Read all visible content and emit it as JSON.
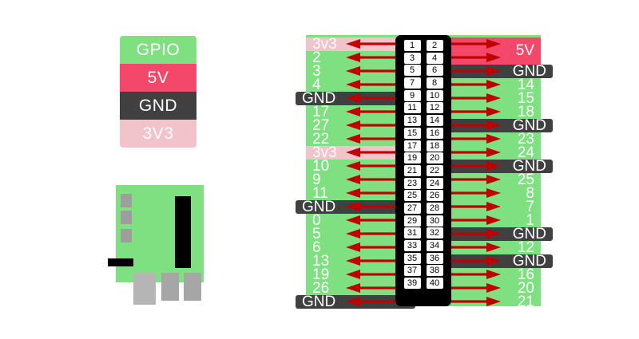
{
  "legend": {
    "items": [
      {
        "label": "GPIO",
        "color": "#7ee081"
      },
      {
        "label": "5V",
        "color": "#f4486b"
      },
      {
        "label": "GND",
        "color": "#404040"
      },
      {
        "label": "3V3",
        "color": "#f2c3cb"
      }
    ]
  },
  "board": {
    "pcb_color": "#7ee081",
    "header_color": "#000000",
    "connector_color": "#b5b5b5"
  },
  "pinout": {
    "rows": 20,
    "arrow_color": "#c00000",
    "header_color": "#000000",
    "left_column": [
      {
        "label": "3v3",
        "type": "3v3"
      },
      {
        "label": "2",
        "type": "gpio"
      },
      {
        "label": "3",
        "type": "gpio"
      },
      {
        "label": "4",
        "type": "gpio"
      },
      {
        "label": "GND",
        "type": "gnd"
      },
      {
        "label": "17",
        "type": "gpio"
      },
      {
        "label": "27",
        "type": "gpio"
      },
      {
        "label": "22",
        "type": "gpio"
      },
      {
        "label": "3v3",
        "type": "3v3"
      },
      {
        "label": "10",
        "type": "gpio"
      },
      {
        "label": "9",
        "type": "gpio"
      },
      {
        "label": "11",
        "type": "gpio"
      },
      {
        "label": "GND",
        "type": "gnd"
      },
      {
        "label": "0",
        "type": "gpio"
      },
      {
        "label": "5",
        "type": "gpio"
      },
      {
        "label": "6",
        "type": "gpio"
      },
      {
        "label": "13",
        "type": "gpio"
      },
      {
        "label": "19",
        "type": "gpio"
      },
      {
        "label": "26",
        "type": "gpio"
      },
      {
        "label": "GND",
        "type": "gnd"
      }
    ],
    "right_column": [
      {
        "label": "5V",
        "type": "5v",
        "span": 2
      },
      {
        "label": "",
        "type": "5v",
        "span": 0
      },
      {
        "label": "GND",
        "type": "gnd"
      },
      {
        "label": "14",
        "type": "gpio"
      },
      {
        "label": "15",
        "type": "gpio"
      },
      {
        "label": "18",
        "type": "gpio"
      },
      {
        "label": "GND",
        "type": "gnd"
      },
      {
        "label": "23",
        "type": "gpio"
      },
      {
        "label": "24",
        "type": "gpio"
      },
      {
        "label": "GND",
        "type": "gnd"
      },
      {
        "label": "25",
        "type": "gpio"
      },
      {
        "label": "8",
        "type": "gpio"
      },
      {
        "label": "7",
        "type": "gpio"
      },
      {
        "label": "1",
        "type": "gpio"
      },
      {
        "label": "GND",
        "type": "gnd"
      },
      {
        "label": "12",
        "type": "gpio"
      },
      {
        "label": "GND",
        "type": "gnd"
      },
      {
        "label": "16",
        "type": "gpio"
      },
      {
        "label": "20",
        "type": "gpio"
      },
      {
        "label": "21",
        "type": "gpio"
      }
    ],
    "pin_numbers": [
      [
        1,
        2
      ],
      [
        3,
        4
      ],
      [
        5,
        6
      ],
      [
        7,
        8
      ],
      [
        9,
        10
      ],
      [
        11,
        12
      ],
      [
        13,
        14
      ],
      [
        15,
        16
      ],
      [
        17,
        18
      ],
      [
        19,
        20
      ],
      [
        21,
        22
      ],
      [
        23,
        24
      ],
      [
        25,
        26
      ],
      [
        27,
        28
      ],
      [
        29,
        30
      ],
      [
        31,
        32
      ],
      [
        33,
        34
      ],
      [
        35,
        36
      ],
      [
        37,
        38
      ],
      [
        39,
        40
      ]
    ]
  }
}
